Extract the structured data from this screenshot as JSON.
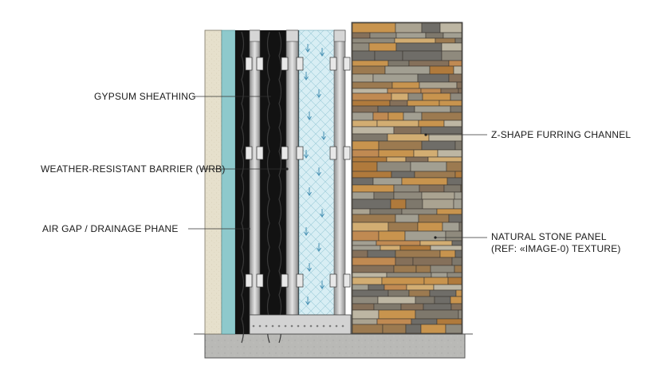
{
  "labels": {
    "gypsum": "GYPSUM SHEATHING",
    "wrb": "WEATHER-RESISTANT BARRIER (WRB)",
    "air_gap": "AIR GAP / DRAINAGE PHANE",
    "furring": "Z-SHAPE FURRING CHANNEL",
    "stone_line1": "NATURAL STONE PANEL",
    "stone_line2": "(REF: «IMAGE-0) TEXTURE)"
  },
  "colors": {
    "stucco": "#e6e0cc",
    "sheathing": "#8ec9cc",
    "membrane": "#121212",
    "metal": "#c9c9c9",
    "cavity": "#d8eef4",
    "footing": "#b9b9b6",
    "stone_palette": [
      "#c8944e",
      "#b07a3c",
      "#8f8a7d",
      "#a29f92",
      "#6f6d68",
      "#d2ad72",
      "#9c7a50",
      "#bdb6a3",
      "#7e786c",
      "#c08a52",
      "#aaa391",
      "#85705a"
    ]
  }
}
